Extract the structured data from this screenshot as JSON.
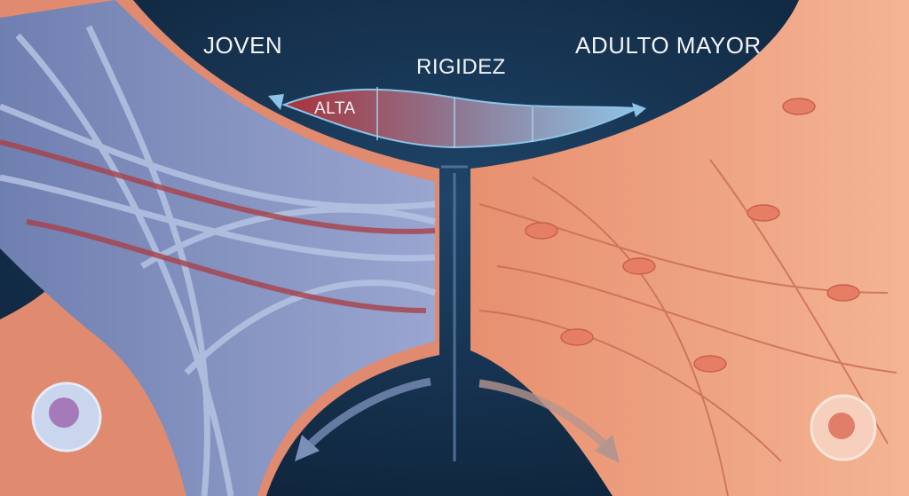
{
  "labels": {
    "young": "JOVEN",
    "elderly": "ADULTO MAYOR",
    "stiffness": "RIGIDEZ",
    "high": "ALTA"
  },
  "colors": {
    "background": "#15304f",
    "young_tissue": "#7e8fbf",
    "elderly_tissue": "#f0a27f",
    "high_stiffness": "#a8323a",
    "low_stiffness": "#8ec3e6"
  }
}
